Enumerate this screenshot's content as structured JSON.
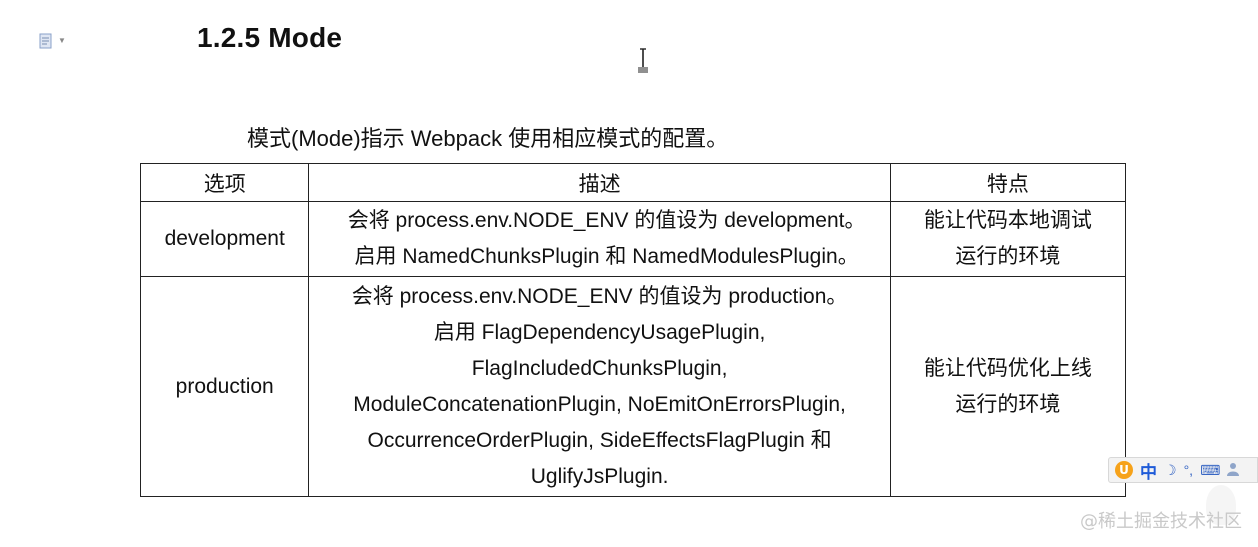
{
  "heading": "1.2.5 Mode",
  "intro": "模式(Mode)指示 Webpack 使用相应模式的配置。",
  "table": {
    "headers": [
      "选项",
      "描述",
      "特点"
    ],
    "rows": [
      {
        "option": "development",
        "description": [
          "会将  process.env.NODE_ENV 的值设为 development。",
          "启用  NamedChunksPlugin  和  NamedModulesPlugin。"
        ],
        "feature": [
          "能让代码本地调试",
          "运行的环境"
        ]
      },
      {
        "option": "production",
        "description": [
          "会将  process.env.NODE_ENV  的值设为  production。",
          "启用  FlagDependencyUsagePlugin,",
          "FlagIncludedChunksPlugin,",
          "ModuleConcatenationPlugin, NoEmitOnErrorsPlugin,",
          "OccurrenceOrderPlugin, SideEffectsFlagPlugin  和",
          "UglifyJsPlugin."
        ],
        "feature": [
          "能让代码优化上线",
          "运行的环境"
        ]
      }
    ]
  },
  "ime": {
    "logo": "U",
    "lang": "中",
    "moon": "☽",
    "punct": "°,",
    "keyboard": "⌨",
    "user": "👤"
  },
  "watermark": "@稀土掘金技术社区",
  "icons": {
    "doc": "document-icon",
    "cursor": "text-cursor-icon"
  }
}
